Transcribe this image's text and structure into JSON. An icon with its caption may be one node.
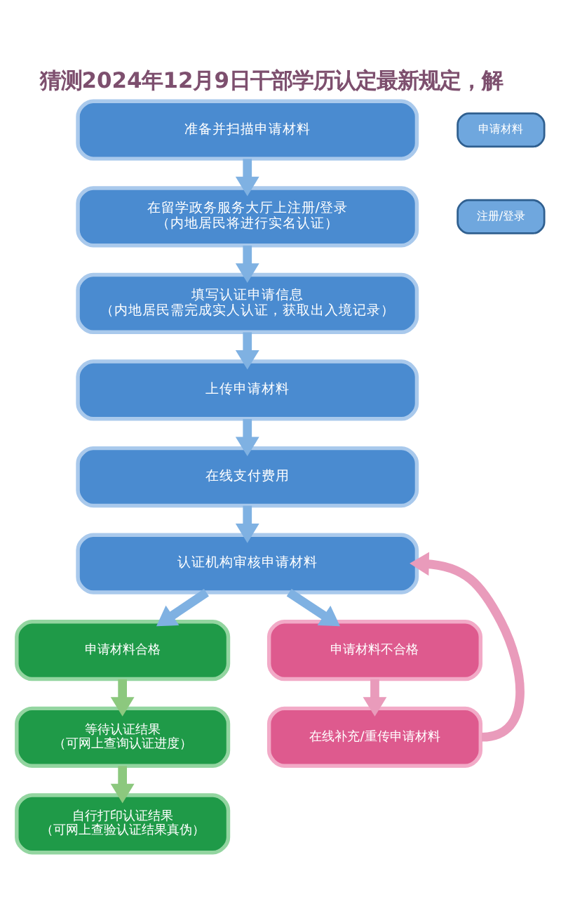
{
  "diagram": {
    "title": "猜测2024年12月9日干部学历认定最新规定，解",
    "nodes": [
      {
        "text": [
          "准备并扫描申请材料"
        ]
      },
      {
        "text": [
          "申请材料"
        ]
      },
      {
        "text": [
          "在留学政务服务大厅上注册/登录",
          "（内地居民将进行实名认证）"
        ]
      },
      {
        "text": [
          "注册/登录"
        ]
      },
      {
        "text": [
          "填写认证申请信息",
          "（内地居民需完成实人认证，获取出入境记录）"
        ]
      },
      {
        "text": [
          "上传申请材料"
        ]
      },
      {
        "text": [
          "在线支付费用"
        ]
      },
      {
        "text": [
          "认证机构审核申请材料"
        ]
      },
      {
        "text": [
          "申请材料合格"
        ]
      },
      {
        "text": [
          "申请材料不合格"
        ]
      },
      {
        "text": [
          "等待认证结果",
          "（可网上查询认证进度）"
        ]
      },
      {
        "text": [
          "在线补充/重传申请材料"
        ]
      },
      {
        "text": [
          "自行打印认证结果",
          "（可网上查验认证结果真伪）"
        ]
      }
    ],
    "edges": [
      {
        "from": 0,
        "to": 2,
        "arrow": "to"
      },
      {
        "from": 2,
        "to": 4,
        "arrow": "to"
      },
      {
        "from": 4,
        "to": 5,
        "arrow": "to"
      },
      {
        "from": 5,
        "to": 6,
        "arrow": "to"
      },
      {
        "from": 6,
        "to": 7,
        "arrow": "to"
      },
      {
        "from": 7,
        "to": 8,
        "arrow": "to"
      },
      {
        "from": 7,
        "to": 9,
        "arrow": "to"
      },
      {
        "from": 8,
        "to": 10,
        "arrow": "to",
        "color": "#8cc87e"
      },
      {
        "from": 10,
        "to": 12,
        "arrow": "to",
        "color": "#8cc87e"
      },
      {
        "from": 9,
        "to": 11,
        "arrow": "to",
        "color": "#e99bbb"
      },
      {
        "from": 11,
        "to": 7,
        "arrow": "to",
        "color": "#e99bbb"
      }
    ]
  }
}
